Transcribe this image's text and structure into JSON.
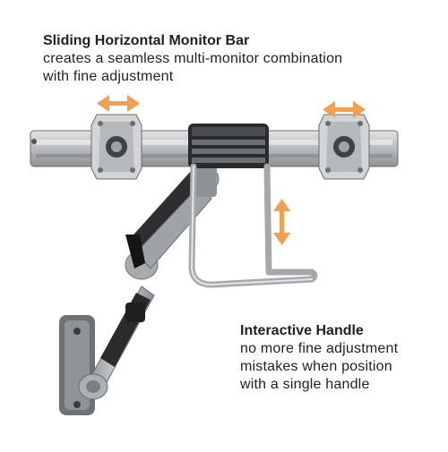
{
  "captions": {
    "top": {
      "title": "Sliding Horizontal Monitor Bar",
      "lines": [
        "creates a seamless multi-monitor combination",
        "with fine adjustment"
      ]
    },
    "bottom": {
      "title": "Interactive Handle",
      "lines": [
        "no more fine adjustment",
        "mistakes when position",
        "with a single handle"
      ]
    }
  },
  "colors": {
    "accent_arrow": "#F0A050",
    "metal_light": "#C9CBCD",
    "metal_mid": "#9A9DA1",
    "metal_dark": "#5E6165",
    "black_part": "#2B2B2D",
    "background": "#FFFFFF"
  },
  "icons": [
    "horizontal-arrow-icon",
    "vertical-arrow-icon"
  ]
}
